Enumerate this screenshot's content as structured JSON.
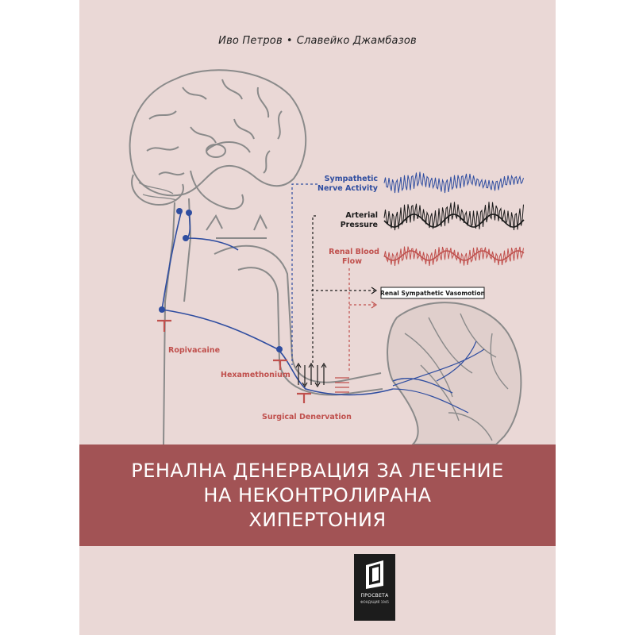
{
  "authors": {
    "author1": "Иво Петров",
    "separator": "•",
    "author2": "Славейко Джамбазов"
  },
  "diagram": {
    "labels": {
      "sympathetic_line1": "Sympathetic",
      "sympathetic_line2": "Nerve Activity",
      "arterial_line1": "Arterial",
      "arterial_line2": "Pressure",
      "renal_flow_line1": "Renal Blood",
      "renal_flow_line2": "Flow",
      "vasomotion_box": "Renal Sympathetic Vasomotion",
      "ropivacaine": "Ropivacaine",
      "hexamethonium": "Hexamethonium",
      "surgical": "Surgical Denervation"
    },
    "colors": {
      "nerve_blue": "#2f4da0",
      "arterial_black": "#1a1a1a",
      "renal_red": "#c0504d",
      "anatomy_gray": "#8a8a8a"
    }
  },
  "title": {
    "line1": "РЕНАЛНА ДЕНЕРВАЦИЯ ЗА ЛЕЧЕНИЕ",
    "line2": "НА НЕКОНТРОЛИРАНА",
    "line3": "ХИПЕРТОНИЯ"
  },
  "publisher": {
    "name": "ПРОСВЕТА",
    "tagline": "ФОНДАЦИЯ 1945"
  }
}
